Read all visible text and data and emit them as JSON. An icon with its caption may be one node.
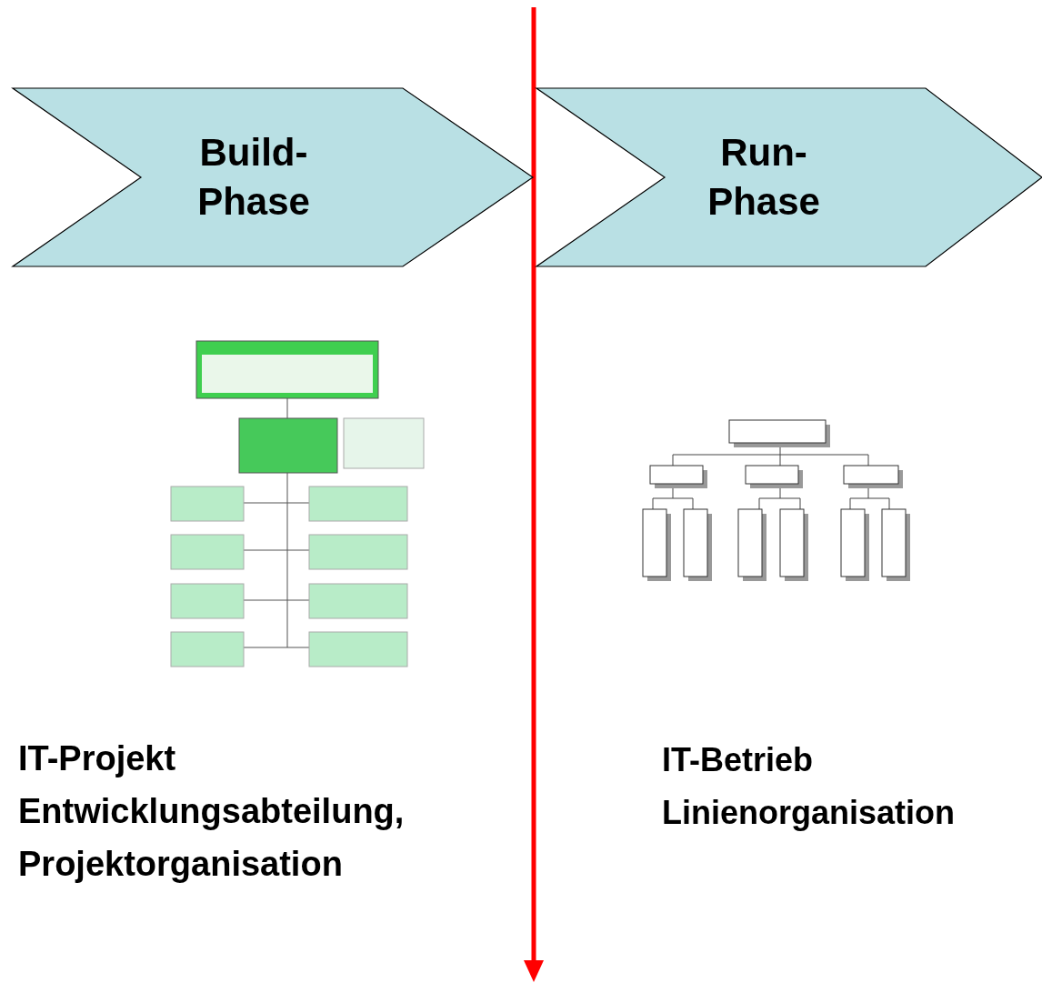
{
  "diagram": {
    "nodes": [
      {
        "text": [
          "Build- Phase"
        ]
      },
      {
        "text": [
          "Run- Phase"
        ]
      }
    ],
    "labels": [
      "IT-Projekt Entwicklungsabteilung, Projektorganisation",
      "IT-Betrieb Linienorganisation"
    ]
  }
}
